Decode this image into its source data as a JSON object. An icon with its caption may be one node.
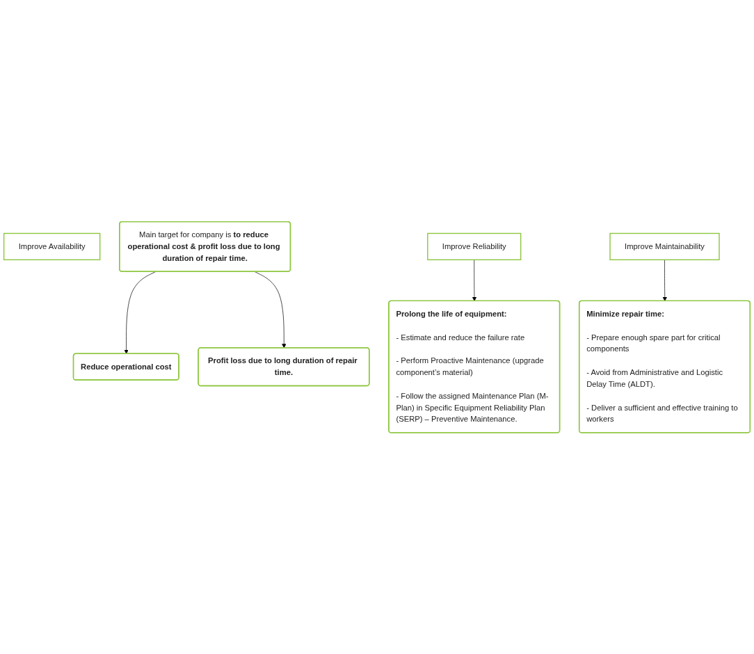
{
  "diagram": {
    "nodes": [
      {
        "text": [
          "Improve Availability"
        ]
      },
      {
        "text": [
          "Main target for company is **to reduce operational cost & profit loss due to long duration of repair time.**"
        ]
      },
      {
        "text": [
          "Reduce operational cost"
        ]
      },
      {
        "text": [
          "Profit loss due to long duration of repair time."
        ]
      },
      {
        "text": [
          "Improve Reliability"
        ]
      },
      {
        "text": [
          "Improve Maintainability"
        ]
      },
      {
        "text": [
          "**Prolong the life of equipment:**",
          "- Estimate and reduce the failure rate",
          "- Perform Proactive Maintenance (upgrade component’s material)",
          "- Follow the assigned Maintenance Plan (M-Plan) in Specific Equipment Reliability Plan (SERP) – Preventive Maintenance."
        ]
      },
      {
        "text": [
          "**Minimize repair time:**",
          "- Prepare enough spare part for critical components",
          "- Avoid from Administrative and Logistic Delay Time (ALDT).",
          "- Deliver a sufficient and effective training to workers"
        ]
      }
    ],
    "edges": [
      {
        "from": 1,
        "to": 2,
        "arrow": "to"
      },
      {
        "from": 1,
        "to": 3,
        "arrow": "to"
      },
      {
        "from": 4,
        "to": 6,
        "arrow": "to"
      },
      {
        "from": 5,
        "to": 7,
        "arrow": "to"
      }
    ]
  }
}
